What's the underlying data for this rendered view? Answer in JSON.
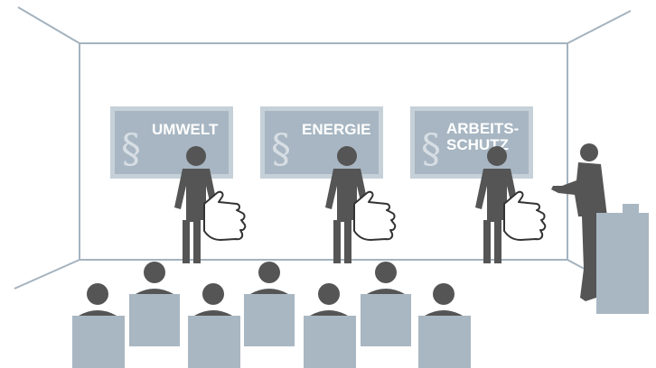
{
  "boards": [
    {
      "lines": [
        "UMWELT"
      ],
      "symbol": "§"
    },
    {
      "lines": [
        "ENERGIE"
      ],
      "symbol": "§"
    },
    {
      "lines": [
        "ARBEITS-",
        "SCHUTZ"
      ],
      "symbol": "§"
    }
  ],
  "colors": {
    "room_lines": "#a4b3bf",
    "board_fill": "#a7b6c2",
    "board_frame": "#c6d0d8",
    "figure": "#555555",
    "seat": "#a9b7c2",
    "podium": "#a9b7c2"
  },
  "icons": [
    "paragraph-icon",
    "pointing-hand-icon",
    "person-icon",
    "speaker-icon",
    "podium-icon"
  ]
}
